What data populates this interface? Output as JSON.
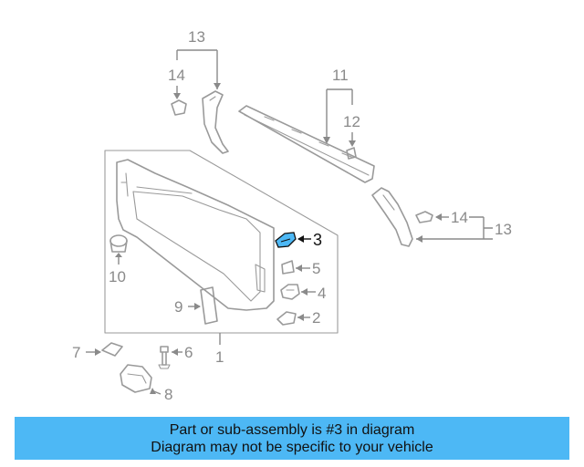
{
  "callouts": {
    "c1": "1",
    "c2": "2",
    "c3": "3",
    "c4": "4",
    "c5": "5",
    "c6": "6",
    "c7": "7",
    "c8": "8",
    "c9": "9",
    "c10": "10",
    "c11": "11",
    "c12": "12",
    "c13_top": "13",
    "c13_right": "13",
    "c14_top": "14",
    "c14_right": "14"
  },
  "highlight_part": "3",
  "colors": {
    "banner": "#4db8f5",
    "highlight_fill": "#4db8f5",
    "part_stroke": "#9a9a9a"
  },
  "banner": {
    "line1": "Part or sub-assembly is #3 in diagram",
    "line2": "Diagram may not be specific to your vehicle"
  }
}
